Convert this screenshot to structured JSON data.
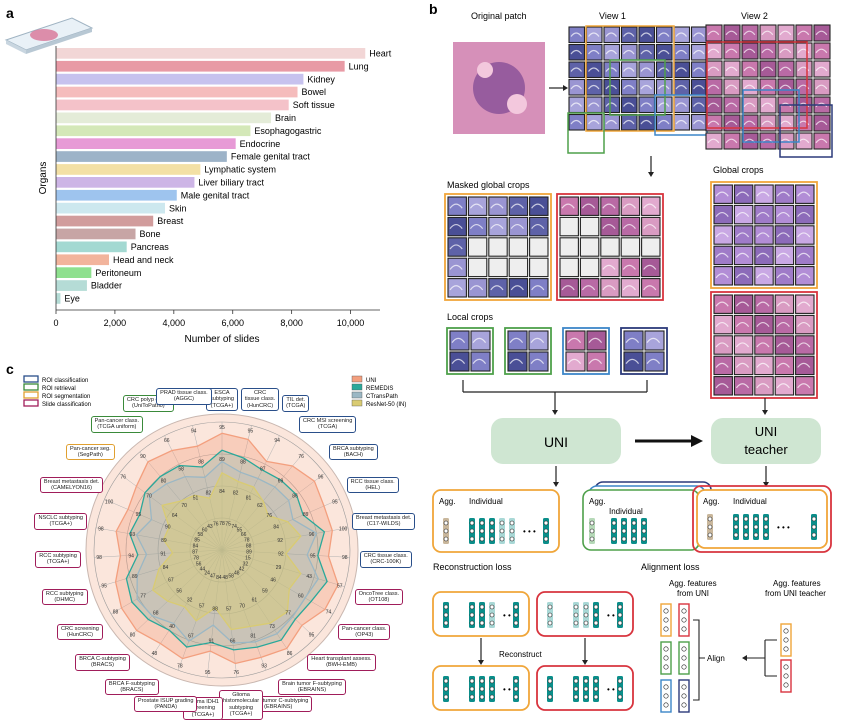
{
  "panels": {
    "a": "a",
    "b": "b",
    "c": "c"
  },
  "chart_data": [
    {
      "type": "bar",
      "orientation": "horizontal",
      "ylabel": "Organs",
      "xlabel": "Number of slides",
      "xlim": [
        0,
        11000
      ],
      "xticks": [
        0,
        2000,
        4000,
        6000,
        8000,
        10000
      ],
      "xtick_labels": [
        "0",
        "2,000",
        "4,000",
        "6,000",
        "8,000",
        "10,000"
      ],
      "categories": [
        "Heart",
        "Lung",
        "Kidney",
        "Bowel",
        "Soft tissue",
        "Brain",
        "Esophagogastric",
        "Endocrine",
        "Female genital tract",
        "Lymphatic system",
        "Liver biliary tract",
        "Male genital tract",
        "Skin",
        "Breast",
        "Bone",
        "Pancreas",
        "Head and neck",
        "Peritoneum",
        "Bladder",
        "Eye"
      ],
      "values": [
        10500,
        9800,
        8400,
        8200,
        7900,
        7300,
        6600,
        6100,
        5800,
        4900,
        4700,
        4100,
        3700,
        3300,
        2700,
        2400,
        1800,
        1200,
        1050,
        150
      ],
      "colors": [
        "#f2d6d6",
        "#e89aa5",
        "#c7c2ee",
        "#f5bcbc",
        "#f4c2c9",
        "#e4ecd8",
        "#d4e8b8",
        "#e79ad6",
        "#9db3c8",
        "#f3e0a5",
        "#cdb5e6",
        "#9ec4ee",
        "#cde8ef",
        "#d19c9c",
        "#c7a5a5",
        "#a3d9d2",
        "#f2b49c",
        "#8ee08e",
        "#b5dcd6",
        "#b5dcd6"
      ],
      "grid": false
    },
    {
      "type": "radar",
      "legend_tasks": [
        "ROI classification",
        "ROI retrieval",
        "ROI segmentation",
        "Slide classification"
      ],
      "legend_models": [
        "UNI",
        "REMEDIS",
        "CTransPath",
        "ResNet-50 (IN)"
      ],
      "model_colors": {
        "UNI": "#f39f7e",
        "REMEDIS": "#2aa89a",
        "CTransPath": "#9bb7c4",
        "ResNet-50 (IN)": "#d9cb72"
      },
      "tasks": [
        {
          "label": "ESCA\nsubtyping\n(TCGA+)",
          "type": "roi-cls",
          "UNI": 93,
          "REMEDIS": 90,
          "CTransPath": 88,
          "ResNet-50 (IN)": 86,
          "ticks": [
            "95",
            "89",
            "84",
            "78"
          ]
        },
        {
          "label": "CRC\ntissue class.\n(HunCRC)",
          "type": "roi-cls",
          "UNI": 92,
          "REMEDIS": 88,
          "CTransPath": 85,
          "ResNet-50 (IN)": 83,
          "ticks": [
            "95",
            "88",
            "82",
            "75"
          ]
        },
        {
          "label": "TIL det.\n(TCGA)",
          "type": "roi-cls",
          "UNI": 88,
          "REMEDIS": 86,
          "CTransPath": 84,
          "ResNet-50 (IN)": 82,
          "ticks": [
            "94",
            "87",
            "81",
            "74"
          ]
        },
        {
          "label": "CRC MSI screening\n(TCGA)",
          "type": "roi-cls",
          "UNI": 72,
          "REMEDIS": 68,
          "CTransPath": 66,
          "ResNet-50 (IN)": 62,
          "ticks": [
            "76",
            "69",
            "62",
            "55"
          ]
        },
        {
          "label": "BRCA subtyping\n(BACH)",
          "type": "roi-cls",
          "UNI": 92,
          "REMEDIS": 85,
          "CTransPath": 82,
          "ResNet-50 (IN)": 74,
          "ticks": [
            "96",
            "86",
            "76",
            "66"
          ]
        },
        {
          "label": "RCC tissue class.\n(HEL)",
          "type": "roi-cls",
          "UNI": 92,
          "REMEDIS": 88,
          "CTransPath": 86,
          "ResNet-50 (IN)": 85,
          "ticks": [
            "95",
            "89",
            "84",
            "78"
          ]
        },
        {
          "label": "Breast metastasis det.\n(C17-WILDS)",
          "type": "roi-cls",
          "UNI": 98,
          "REMEDIS": 97,
          "CTransPath": 96,
          "ResNet-50 (IN)": 94,
          "ticks": [
            "100",
            "96",
            "92",
            "88"
          ]
        },
        {
          "label": "CRC tissue class.\n(CRC-100K)",
          "type": "roi-cls",
          "UNI": 96,
          "REMEDIS": 95,
          "CTransPath": 94,
          "ResNet-50 (IN)": 92,
          "ticks": [
            "98",
            "95",
            "92",
            "89"
          ]
        },
        {
          "label": "OncoTree class.\n(OT108)",
          "type": "slide-cls",
          "UNI": 54,
          "REMEDIS": 49,
          "CTransPath": 45,
          "ResNet-50 (IN)": 37,
          "ticks": [
            "57",
            "43",
            "29",
            "15"
          ]
        },
        {
          "label": "Pan-cancer class.\n(OP43)",
          "type": "slide-cls",
          "UNI": 70,
          "REMEDIS": 63,
          "CTransPath": 60,
          "ResNet-50 (IN)": 52,
          "ticks": [
            "74",
            "60",
            "46",
            "32"
          ]
        },
        {
          "label": "Heart transplant assess.\n(BWH-EMB)",
          "type": "slide-cls",
          "UNI": 85,
          "REMEDIS": 80,
          "CTransPath": 78,
          "ResNet-50 (IN)": 74,
          "ticks": [
            "95",
            "77",
            "59",
            "42"
          ]
        },
        {
          "label": "Brain tumor F-subtyping\n(EBRAINS)",
          "type": "slide-cls",
          "UNI": 82,
          "REMEDIS": 78,
          "CTransPath": 75,
          "ResNet-50 (IN)": 70,
          "ticks": [
            "86",
            "73",
            "61",
            "48"
          ]
        },
        {
          "label": "Brain tumor C-subtyping\n(EBRAINS)",
          "type": "slide-cls",
          "UNI": 88,
          "REMEDIS": 84,
          "CTransPath": 82,
          "ResNet-50 (IN)": 76,
          "ticks": [
            "93",
            "81",
            "70",
            "58"
          ]
        },
        {
          "label": "Glioma\nhistomolecular\nsubtyping\n(TCGA+)",
          "type": "slide-cls",
          "UNI": 72,
          "REMEDIS": 68,
          "CTransPath": 66,
          "ResNet-50 (IN)": 62,
          "ticks": [
            "76",
            "66",
            "57",
            "48"
          ]
        },
        {
          "label": "Glioma IDH1\nscreening\n(TCGA+)",
          "type": "slide-cls",
          "UNI": 92,
          "REMEDIS": 91,
          "CTransPath": 89,
          "ResNet-50 (IN)": 87,
          "ticks": [
            "95",
            "91",
            "88",
            "84"
          ]
        },
        {
          "label": "Prostate ISUP grading\n(PANDA)",
          "type": "slide-cls",
          "UNI": 74,
          "REMEDIS": 70,
          "CTransPath": 68,
          "ResNet-50 (IN)": 61,
          "ticks": [
            "78",
            "67",
            "57",
            "47"
          ]
        },
        {
          "label": "BRCA F-subtyping\n(BRACS)",
          "type": "slide-cls",
          "UNI": 44,
          "REMEDIS": 40,
          "CTransPath": 38,
          "ResNet-50 (IN)": 33,
          "ticks": [
            "48",
            "40",
            "32",
            "24"
          ]
        },
        {
          "label": "BRCA C-subtyping\n(BRACS)",
          "type": "slide-cls",
          "UNI": 76,
          "REMEDIS": 70,
          "CTransPath": 68,
          "ResNet-50 (IN)": 60,
          "ticks": [
            "80",
            "68",
            "56",
            "44"
          ]
        },
        {
          "label": "CRC screening\n(HunCRC)",
          "type": "slide-cls",
          "UNI": 84,
          "REMEDIS": 80,
          "CTransPath": 78,
          "ResNet-50 (IN)": 72,
          "ticks": [
            "88",
            "77",
            "67",
            "56"
          ]
        },
        {
          "label": "RCC subtyping\n(DHMC)",
          "type": "slide-cls",
          "UNI": 92,
          "REMEDIS": 90,
          "CTransPath": 88,
          "ResNet-50 (IN)": 84,
          "ticks": [
            "95",
            "89",
            "84",
            "78"
          ]
        },
        {
          "label": "RCC subtyping\n(TCGA+)",
          "type": "slide-cls",
          "UNI": 95,
          "REMEDIS": 93,
          "CTransPath": 92,
          "ResNet-50 (IN)": 89,
          "ticks": [
            "98",
            "94",
            "91",
            "87"
          ]
        },
        {
          "label": "NSCLC subtyping\n(TCGA+)",
          "type": "slide-cls",
          "UNI": 95,
          "REMEDIS": 93,
          "CTransPath": 92,
          "ResNet-50 (IN)": 88,
          "ticks": [
            "98",
            "93",
            "89",
            "84"
          ]
        },
        {
          "label": "Breast metastasis det.\n(CAMELYON16)",
          "type": "slide-cls",
          "UNI": 96,
          "REMEDIS": 94,
          "CTransPath": 92,
          "ResNet-50 (IN)": 89,
          "ticks": [
            "100",
            "95",
            "90",
            "85"
          ]
        },
        {
          "label": "Pan-cancer seg.\n(SegPath)",
          "type": "roi-seg",
          "UNI": 72,
          "REMEDIS": 70,
          "CTransPath": 69,
          "ResNet-50 (IN)": 66,
          "ticks": [
            "76",
            "70",
            "64",
            "58"
          ]
        },
        {
          "label": "Pan-cancer class.\n(TCGA uniform)",
          "type": "roi-ret",
          "UNI": 86,
          "REMEDIS": 80,
          "CTransPath": 77,
          "ResNet-50 (IN)": 70,
          "ticks": [
            "90",
            "80",
            "70",
            "60"
          ]
        },
        {
          "label": "CRC polyp class.\n(UniToPatho)",
          "type": "roi-ret",
          "UNI": 62,
          "REMEDIS": 58,
          "CTransPath": 55,
          "ResNet-50 (IN)": 50,
          "ticks": [
            "66",
            "58",
            "51",
            "43"
          ]
        },
        {
          "label": "PRAD tissue class.\n(AGGC)",
          "type": "roi-cls",
          "UNI": 90,
          "REMEDIS": 86,
          "CTransPath": 84,
          "ResNet-50 (IN)": 80,
          "ticks": [
            "94",
            "88",
            "82",
            "76"
          ]
        }
      ]
    }
  ],
  "diagram": {
    "original_patch": "Original patch",
    "view1": "View 1",
    "view2": "View 2",
    "masked_global_crops": "Masked global crops",
    "global_crops": "Global crops",
    "local_crops": "Local crops",
    "uni": "UNI",
    "uni_teacher": "UNI\nteacher",
    "agg": "Agg.",
    "individual": "Individual",
    "reconstruction_loss": "Reconstruction loss",
    "alignment_loss": "Alignment loss",
    "reconstruct": "Reconstruct",
    "agg_features_uni": "Agg. features\nfrom UNI",
    "agg_features_teacher": "Agg. features\nfrom UNI teacher",
    "align": "Align",
    "dots": "• • •",
    "colors": {
      "orange": "#f0a63a",
      "green": "#4ea04a",
      "blue": "#3c86c8",
      "navy": "#2c3a7a",
      "red": "#d8343e",
      "teal": "#0b8e8a",
      "pale_teal": "#a9d8d6",
      "uni_box": "#cfe6d2"
    }
  }
}
